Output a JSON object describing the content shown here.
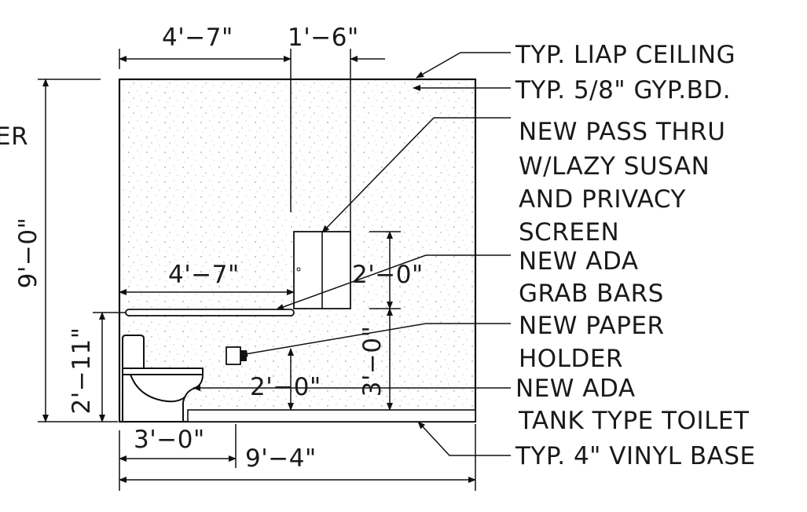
{
  "drawing": {
    "dimensions": {
      "top_width": "4'−7\"",
      "top_offset": "1'−6\"",
      "height_total": "9'−0\"",
      "grab_bar_width": "4'−7\"",
      "pass_thru_height": "2'−0\"",
      "pass_thru_elev": "3'−0\"",
      "toilet_height": "2'−11\"",
      "holder_height": "2'−0\"",
      "toilet_offset": "3'−0\"",
      "bottom_width": "9'−4\""
    },
    "notes": {
      "n1": "TYP. LIAP CEILING",
      "n2": "TYP. 5/8\" GYP.BD.",
      "n3": "NEW PASS THRU",
      "n4": "W/LAZY SUSAN",
      "n5": "AND PRIVACY",
      "n6": "SCREEN",
      "n7": "NEW ADA",
      "n8": "GRAB BARS",
      "n9": "NEW PAPER",
      "n10": "HOLDER",
      "n11": "NEW ADA",
      "n12": "TANK TYPE TOILET",
      "n13": "TYP. 4\" VINYL BASE"
    },
    "cut_off_text": "ER"
  }
}
